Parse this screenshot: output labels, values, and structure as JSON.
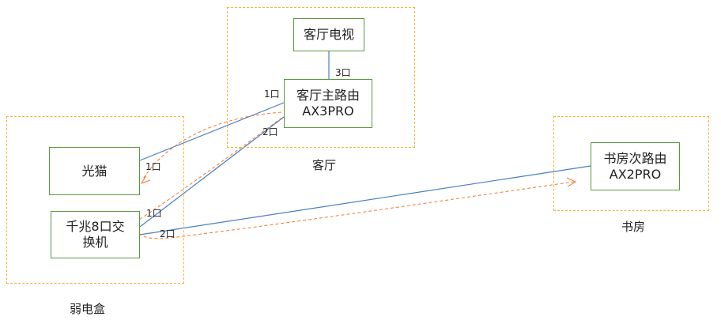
{
  "zones": {
    "weak_box": "弱电盒",
    "living_room": "客厅",
    "study": "书房"
  },
  "nodes": {
    "living_tv": "客厅电视",
    "main_router": {
      "line1": "客厅主路由",
      "line2": "AX3PRO"
    },
    "optical_modem": "光猫",
    "switch": {
      "line1": "千兆8口交",
      "line2": "换机"
    },
    "sub_router": {
      "line1": "书房次路由",
      "line2": "AX2PRO"
    }
  },
  "ports": {
    "router_tv": "3口",
    "router_modem": "1口",
    "router_switch": "2口",
    "modem_router": "1口",
    "switch_router": "1口",
    "switch_sub": "2口"
  },
  "colors": {
    "zone_border": "#f0b43c",
    "node_border": "#5a9a3a",
    "link": "#4a7fc0",
    "flow": "#f07830"
  }
}
